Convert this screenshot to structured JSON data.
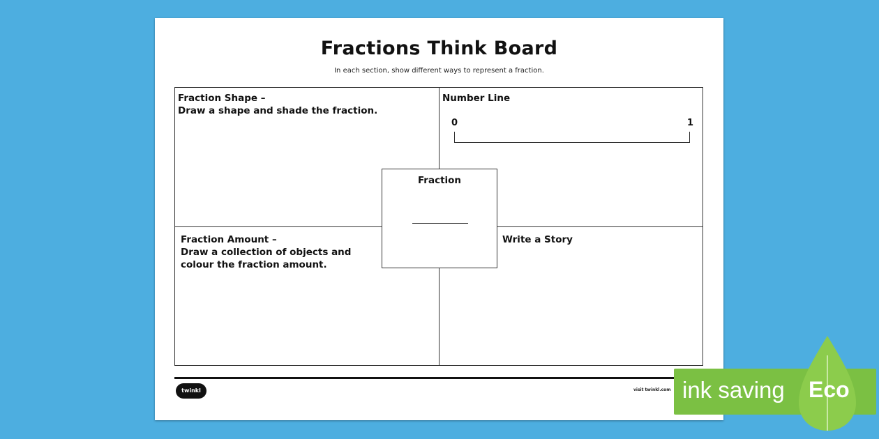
{
  "worksheet": {
    "title": "Fractions Think Board",
    "subtitle": "In each section, show different ways to represent a fraction.",
    "quadrants": {
      "top_left": {
        "line1": "Fraction Shape –",
        "line2": "Draw a shape and shade the fraction."
      },
      "top_right": {
        "heading": "Number Line",
        "start": "0",
        "end": "1"
      },
      "bottom_left": {
        "line1": "Fraction Amount –",
        "line2": "Draw a collection of objects and",
        "line3": "colour the fraction amount."
      },
      "bottom_right": {
        "heading": "Write a Story"
      }
    },
    "center": {
      "label": "Fraction"
    },
    "footer": {
      "logo": "twinkl",
      "site": "visit twinkl.com"
    }
  },
  "badge": {
    "text": "ink saving",
    "eco": "Eco",
    "color": "#7bc043"
  }
}
